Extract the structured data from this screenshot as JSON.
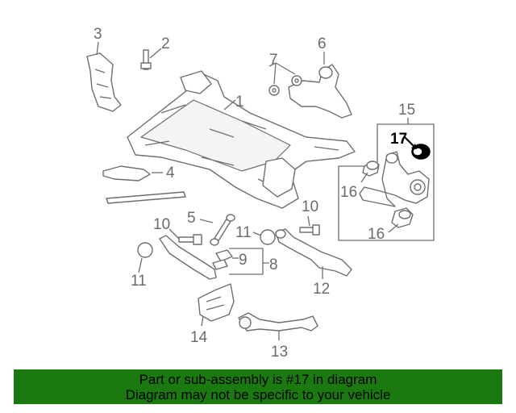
{
  "callouts": {
    "c1": "1",
    "c2": "2",
    "c3": "3",
    "c4": "4",
    "c5": "5",
    "c6": "6",
    "c7": "7",
    "c8": "8",
    "c9": "9",
    "c10a": "10",
    "c10b": "10",
    "c11a": "11",
    "c11b": "11",
    "c12": "12",
    "c13": "13",
    "c14": "14",
    "c15": "15",
    "c16a": "16",
    "c16b": "16",
    "c17": "17"
  },
  "highlighted_part": "17",
  "colors": {
    "banner": "#1a7a10",
    "highlight": "#000000",
    "line": "#6e6e6e"
  },
  "banner": {
    "line1": "Part or sub-assembly is #17 in diagram",
    "line2": "Diagram may not be specific to your vehicle"
  }
}
